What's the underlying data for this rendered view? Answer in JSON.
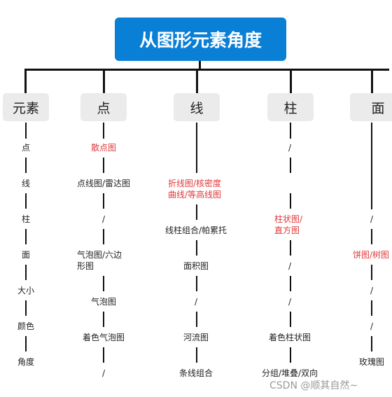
{
  "title": "从图形元素角度",
  "columns": [
    {
      "header": "元素",
      "items": [
        {
          "text": "点",
          "highlight": false
        },
        {
          "text": "线",
          "highlight": false
        },
        {
          "text": "柱",
          "highlight": false
        },
        {
          "text": "面",
          "highlight": false
        },
        {
          "text": "大小",
          "highlight": false
        },
        {
          "text": "颜色",
          "highlight": false
        },
        {
          "text": "角度",
          "highlight": false
        }
      ]
    },
    {
      "header": "点",
      "items": [
        {
          "text": "散点图",
          "highlight": true
        },
        {
          "text": "点线图/雷达图",
          "highlight": false
        },
        {
          "text": "/",
          "highlight": false
        },
        {
          "text": "气泡图/六边\n形图",
          "highlight": false
        },
        {
          "text": "气泡图",
          "highlight": false
        },
        {
          "text": "着色气泡图",
          "highlight": false
        },
        {
          "text": "/",
          "highlight": false
        }
      ]
    },
    {
      "header": "线",
      "items": [
        {
          "text": "折线图/核密度\n曲线/等高线图",
          "highlight": true
        },
        {
          "text": "线柱组合/帕累托",
          "highlight": false
        },
        {
          "text": "面积图",
          "highlight": false
        },
        {
          "text": "/",
          "highlight": false
        },
        {
          "text": "河流图",
          "highlight": false
        },
        {
          "text": "条线组合",
          "highlight": false
        }
      ]
    },
    {
      "header": "柱",
      "items": [
        {
          "text": "/",
          "highlight": false
        },
        {
          "text": "柱状图/\n直方图",
          "highlight": true
        },
        {
          "text": "/",
          "highlight": false
        },
        {
          "text": "/",
          "highlight": false
        },
        {
          "text": "着色柱状图",
          "highlight": false
        },
        {
          "text": "分组/堆叠/双向",
          "highlight": false
        }
      ]
    },
    {
      "header": "面",
      "items": [
        {
          "text": "/",
          "highlight": false
        },
        {
          "text": "饼图/树图",
          "highlight": true
        },
        {
          "text": "/",
          "highlight": false
        },
        {
          "text": "/",
          "highlight": false
        },
        {
          "text": "玫瑰图",
          "highlight": false
        }
      ]
    }
  ],
  "watermark": "CSDN @顺其自然~"
}
